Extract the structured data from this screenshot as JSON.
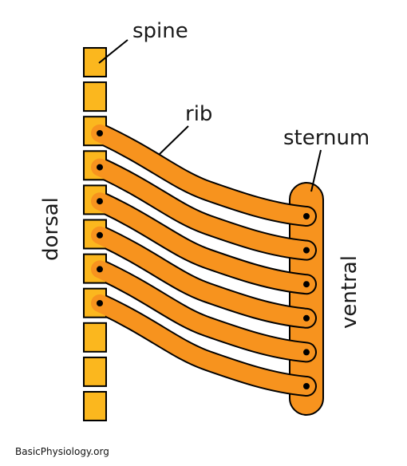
{
  "labels": {
    "spine": "spine",
    "rib": "rib",
    "sternum": "sternum",
    "dorsal": "dorsal",
    "ventral": "ventral"
  },
  "credit": "BasicPhysiology.org",
  "colors": {
    "vertebra_fill": "#FBB71E",
    "rib_fill": "#F7931E",
    "sternum_fill": "#F7931E",
    "outline": "#000000",
    "background": "#FFFFFF"
  },
  "counts": {
    "vertebrae": 11,
    "ribs": 6
  }
}
